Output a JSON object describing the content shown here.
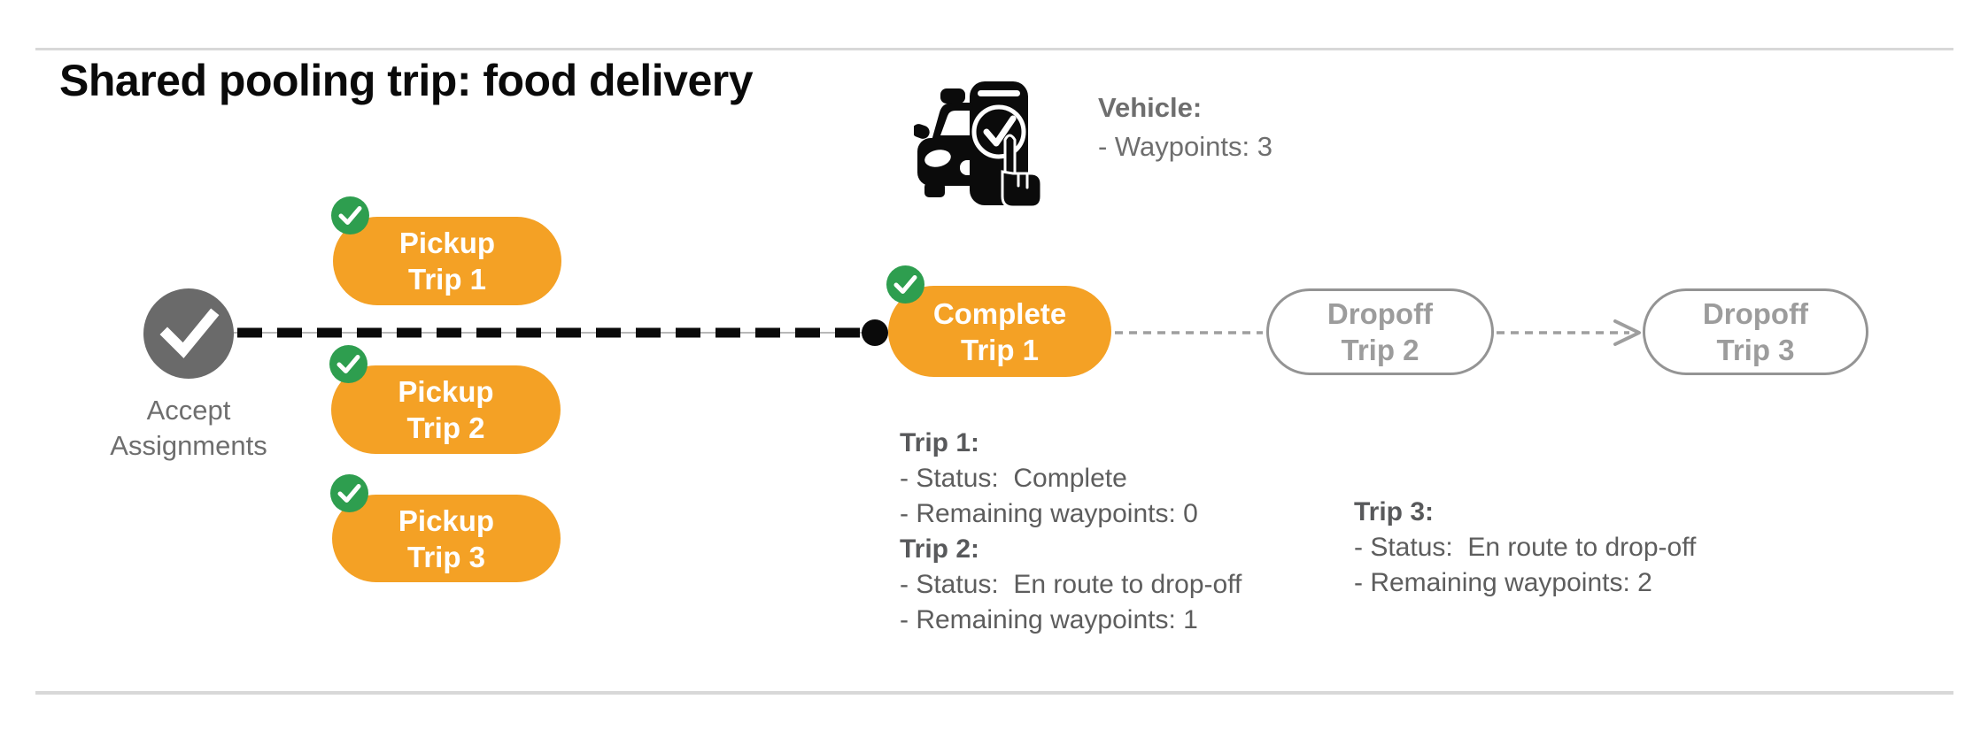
{
  "title": "Shared pooling trip: food delivery",
  "vehicle": {
    "icon": "car-phone-check-icon",
    "label": "Vehicle:",
    "waypoints": "- Waypoints: 3"
  },
  "start_node": {
    "icon": "check-circle-icon",
    "label_line1": "Accept",
    "label_line2": "Assignments"
  },
  "nodes": [
    {
      "line1": "Pickup",
      "line2": "Trip 1",
      "status": "completed"
    },
    {
      "line1": "Pickup",
      "line2": "Trip 2",
      "status": "completed"
    },
    {
      "line1": "Pickup",
      "line2": "Trip 3",
      "status": "completed"
    },
    {
      "line1": "Complete",
      "line2": "Trip 1",
      "status": "completed"
    },
    {
      "line1": "Dropoff",
      "line2": "Trip 2",
      "status": "pending"
    },
    {
      "line1": "Dropoff",
      "line2": "Trip 3",
      "status": "pending"
    }
  ],
  "status_blocks": [
    {
      "entries": [
        {
          "title": "Trip 1:",
          "lines": [
            "- Status:  Complete",
            "- Remaining waypoints: 0"
          ]
        },
        {
          "title": "Trip 2:",
          "lines": [
            "- Status:  En route to drop-off",
            "- Remaining waypoints: 1"
          ]
        }
      ]
    },
    {
      "entries": [
        {
          "title": "Trip 3:",
          "lines": [
            "- Status:  En route to drop-off",
            "- Remaining waypoints: 2"
          ]
        }
      ]
    }
  ],
  "colors": {
    "orange": "#F4A125",
    "green": "#2E9E4F",
    "gray_node": "#6A6A6A",
    "muted_gray": "#9C9C9C",
    "status_text_gray": "#5D5D5D",
    "divider_gray": "#D8D8D8",
    "connector_black": "#0A0A0A"
  }
}
